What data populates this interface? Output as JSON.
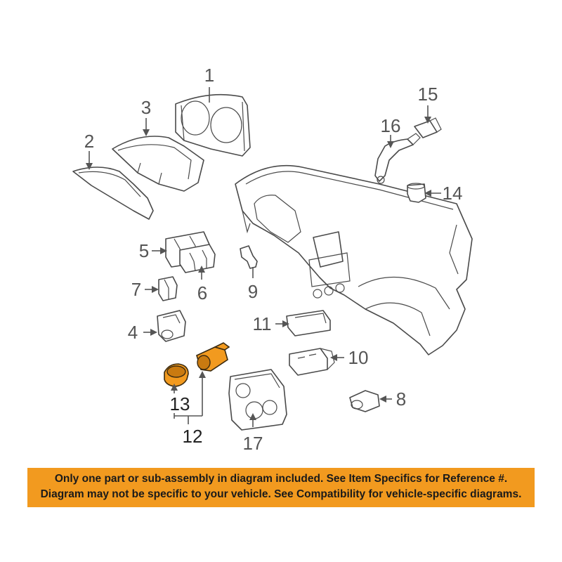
{
  "diagram": {
    "callouts": [
      "1",
      "2",
      "3",
      "4",
      "5",
      "6",
      "7",
      "8",
      "9",
      "10",
      "11",
      "12",
      "13",
      "14",
      "15",
      "16",
      "17"
    ],
    "highlight_color": "#f29a1f"
  },
  "notice": {
    "line1": "Only one part or sub-assembly in diagram included. See Item Specifics for Reference #.",
    "line2": "Diagram may not be specific to your vehicle. See Compatibility for vehicle-specific diagrams.",
    "background": "#f29a1f"
  }
}
